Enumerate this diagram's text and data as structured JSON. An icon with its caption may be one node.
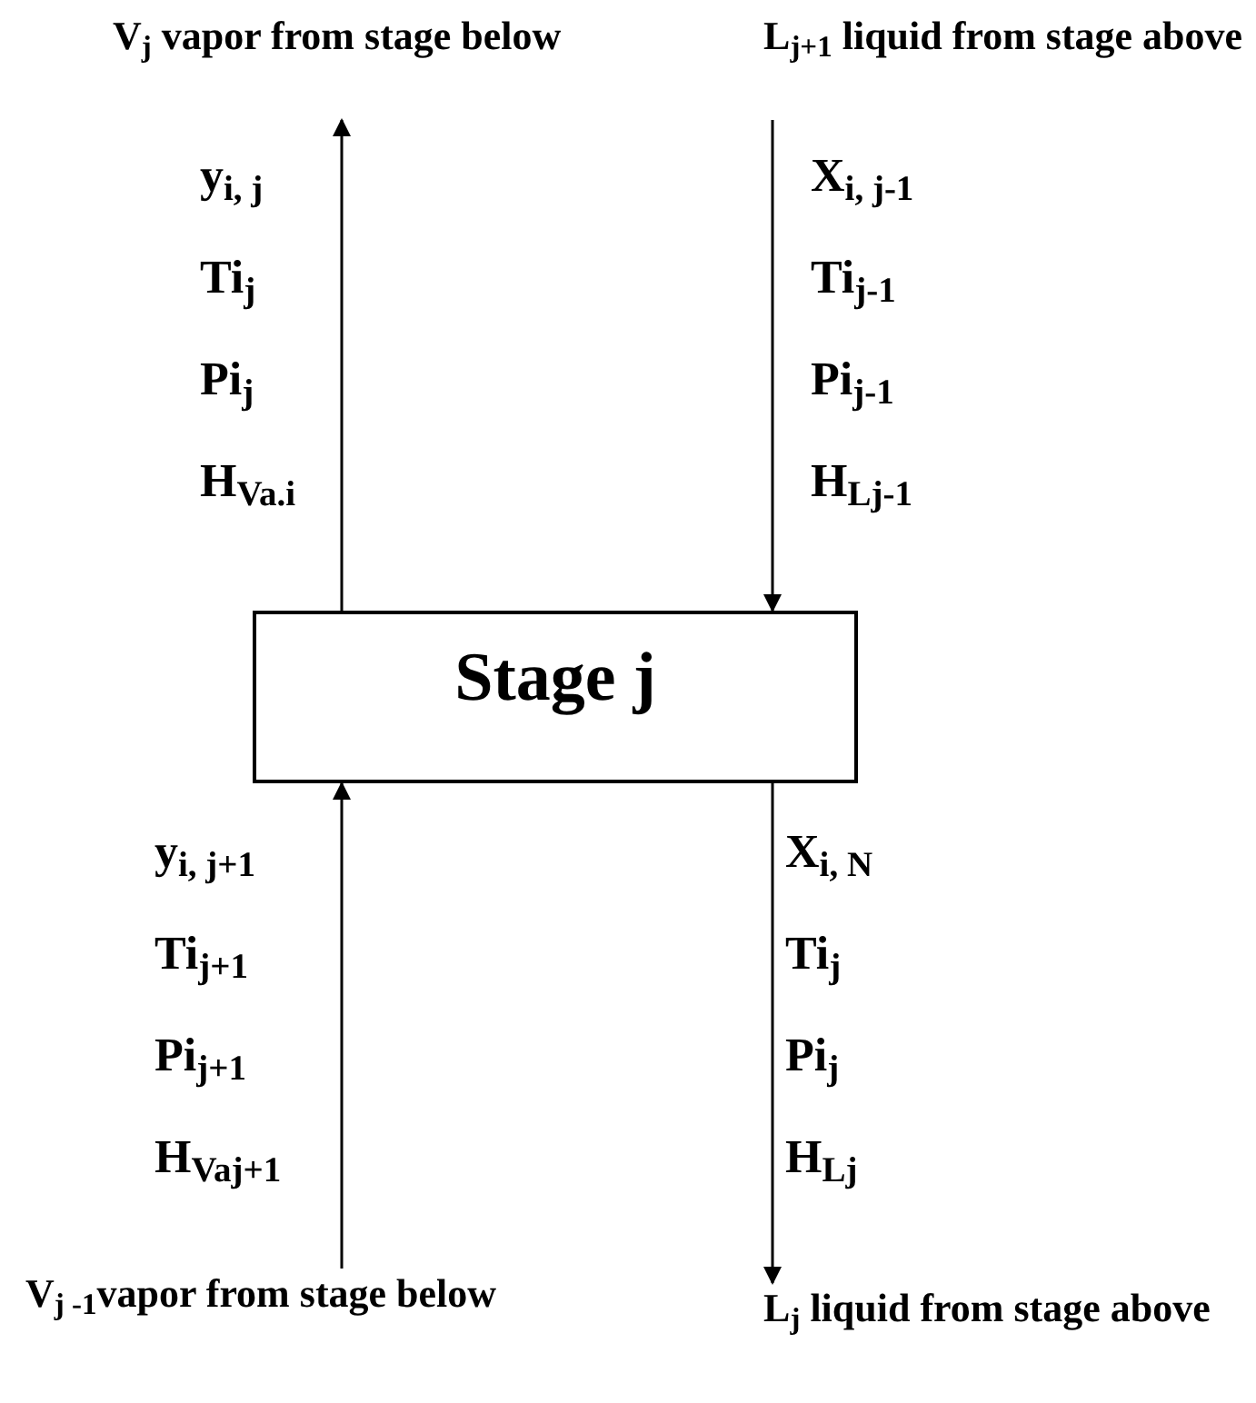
{
  "diagram": {
    "nodes": [
      {
        "text": [
          "Stage j"
        ]
      },
      {
        "text": [
          "V$_{j}$ vapor from stage below"
        ]
      },
      {
        "text": [
          "L$_{j+1}$ liquid from stage above"
        ]
      },
      {
        "text": [
          "V$_{j -1}$vapor from stage below"
        ]
      },
      {
        "text": [
          "L$_{j}$ liquid from stage above"
        ]
      }
    ],
    "edges": [
      {
        "from": 0,
        "to": 1,
        "arrow": "to"
      },
      {
        "from": 2,
        "to": 0,
        "arrow": "to"
      },
      {
        "from": 3,
        "to": 0,
        "arrow": "to"
      },
      {
        "from": 0,
        "to": 4,
        "arrow": "to"
      }
    ],
    "labels": [
      "y$_{i, j}$",
      "Ti$_{j}$",
      "Pi$_{j}$",
      "H$_{Va.i}$",
      "X$_{i, j-1}$",
      "Ti$_{j-1}$",
      "Pi$_{j-1}$",
      "H$_{Lj-1}$",
      "y$_{i, j+1}$",
      "Ti$_{j+1}$",
      "Pi$_{j+1}$",
      "H$_{Vaj+1}$",
      "X$_{i, N}$",
      "Ti$_{j}$",
      "Pi$_{j}$",
      "H$_{Lj}$"
    ]
  }
}
